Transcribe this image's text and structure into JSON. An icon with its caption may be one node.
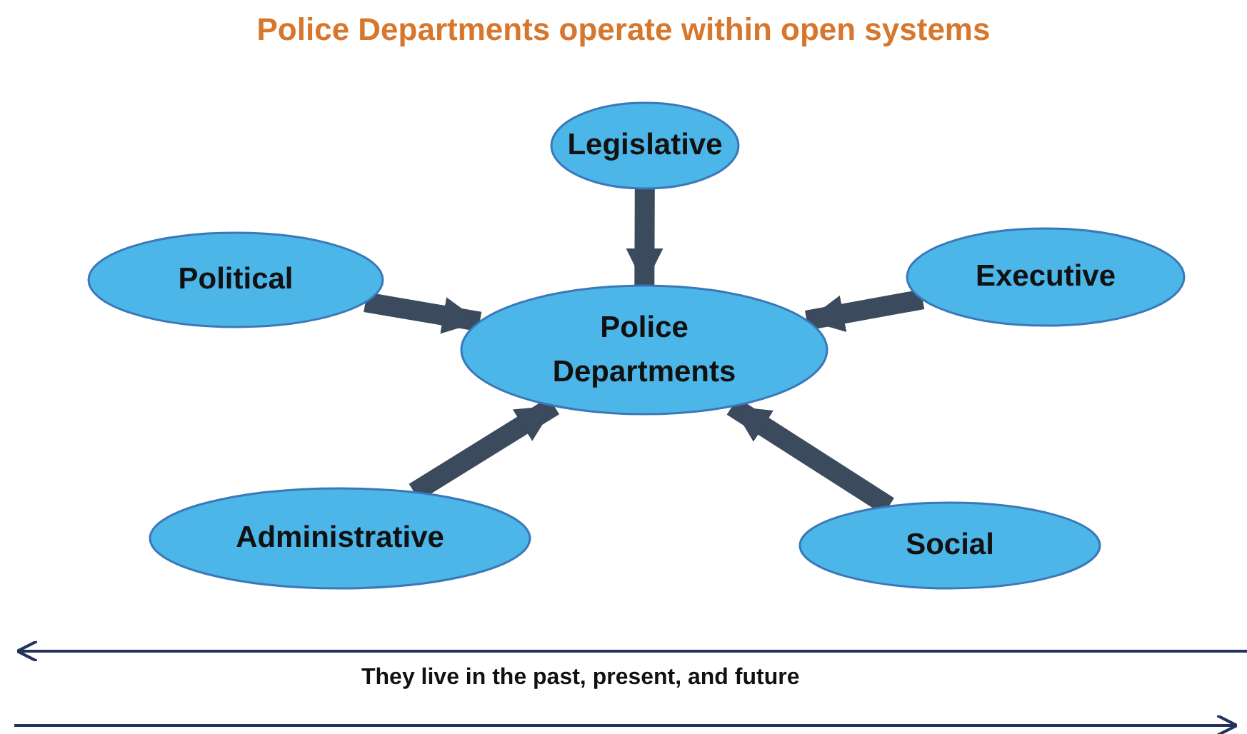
{
  "diagram": {
    "title": "Police Departments operate within open systems",
    "nodes": [
      {
        "text": [
          "Legislative"
        ]
      },
      {
        "text": [
          "Political"
        ]
      },
      {
        "text": [
          "Police Departments"
        ]
      },
      {
        "text": [
          "Executive"
        ]
      },
      {
        "text": [
          "Administrative"
        ]
      },
      {
        "text": [
          "Social"
        ]
      }
    ],
    "edges": [
      {
        "from": 0,
        "to": 2,
        "arrow": "to"
      },
      {
        "from": 1,
        "to": 2,
        "arrow": "to"
      },
      {
        "from": 3,
        "to": 2,
        "arrow": "to"
      },
      {
        "from": 4,
        "to": 2,
        "arrow": "to"
      },
      {
        "from": 5,
        "to": 2,
        "arrow": "to"
      }
    ],
    "labels": [
      "They live in the past, present, and future"
    ]
  }
}
